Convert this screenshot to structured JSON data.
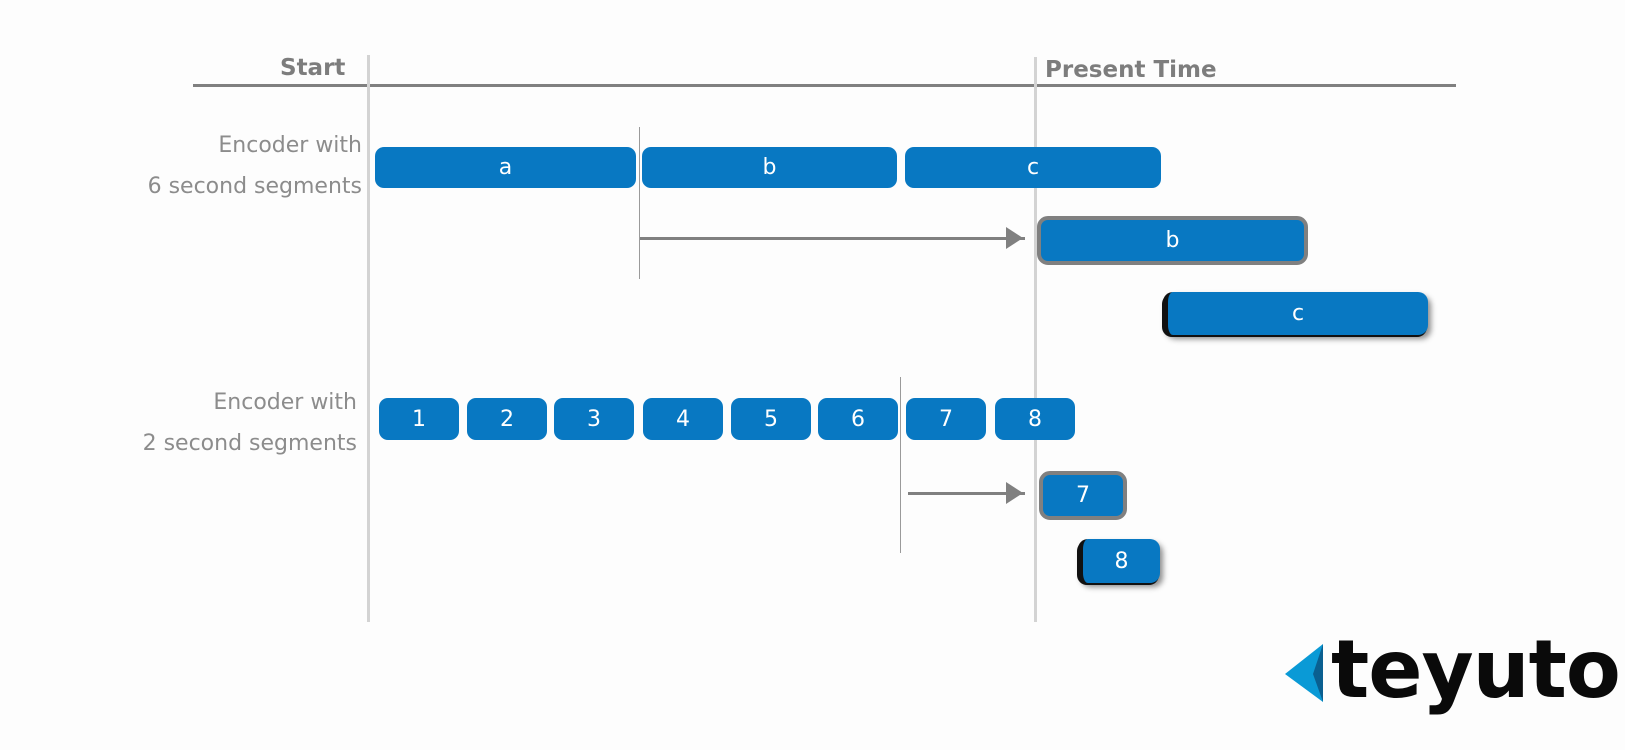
{
  "axis": {
    "start_label": "Start",
    "present_label": "Present Time"
  },
  "rows": [
    {
      "label_line1": "Encoder with",
      "label_line2": "6 second segments",
      "segments": [
        "a",
        "b",
        "c"
      ],
      "delivered_segments": [
        "b",
        "c"
      ]
    },
    {
      "label_line1": "Encoder with",
      "label_line2": "2 second segments",
      "segments": [
        "1",
        "2",
        "3",
        "4",
        "5",
        "6",
        "7",
        "8"
      ],
      "delivered_segments": [
        "7",
        "8"
      ]
    }
  ],
  "logo": {
    "text": "teyuto",
    "icon": "chevron-left-icon"
  },
  "colors": {
    "segment": "#0878c2",
    "axis": "#808080",
    "logo_accent": "#0a9ad6"
  }
}
